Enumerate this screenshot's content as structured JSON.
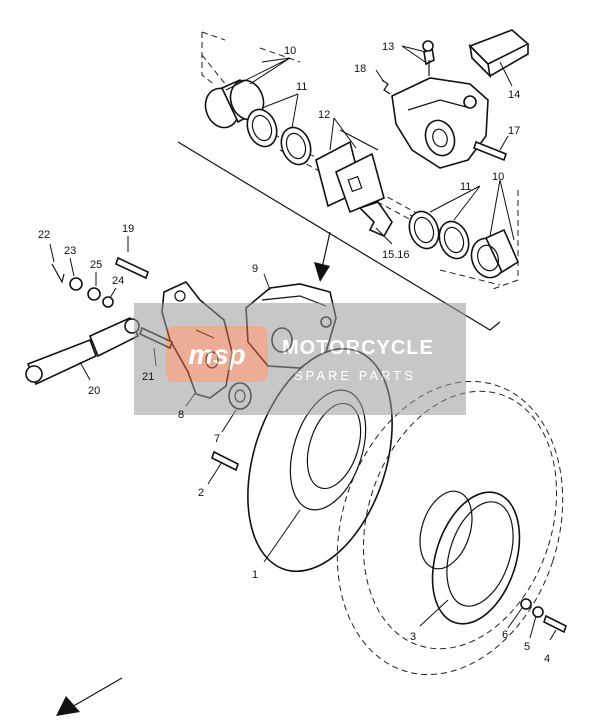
{
  "watermark": {
    "logo_text": "msp",
    "title": "MOTORCYCLE",
    "subtitle": "SPARE PARTS"
  },
  "callouts": [
    {
      "id": "1",
      "label": "1"
    },
    {
      "id": "2",
      "label": "2"
    },
    {
      "id": "3",
      "label": "3"
    },
    {
      "id": "4",
      "label": "4"
    },
    {
      "id": "5",
      "label": "5"
    },
    {
      "id": "6",
      "label": "6"
    },
    {
      "id": "7",
      "label": "7"
    },
    {
      "id": "8",
      "label": "8"
    },
    {
      "id": "9",
      "label": "9"
    },
    {
      "id": "10a",
      "label": "10"
    },
    {
      "id": "11a",
      "label": "11"
    },
    {
      "id": "12",
      "label": "12"
    },
    {
      "id": "13",
      "label": "13"
    },
    {
      "id": "14",
      "label": "14"
    },
    {
      "id": "15-16",
      "label": "15.16"
    },
    {
      "id": "17",
      "label": "17"
    },
    {
      "id": "18",
      "label": "18"
    },
    {
      "id": "10b",
      "label": "10"
    },
    {
      "id": "11b",
      "label": "11"
    },
    {
      "id": "19",
      "label": "19"
    },
    {
      "id": "20",
      "label": "20"
    },
    {
      "id": "21",
      "label": "21"
    },
    {
      "id": "22",
      "label": "22"
    },
    {
      "id": "23",
      "label": "23"
    },
    {
      "id": "24",
      "label": "24"
    },
    {
      "id": "25",
      "label": "25"
    }
  ]
}
